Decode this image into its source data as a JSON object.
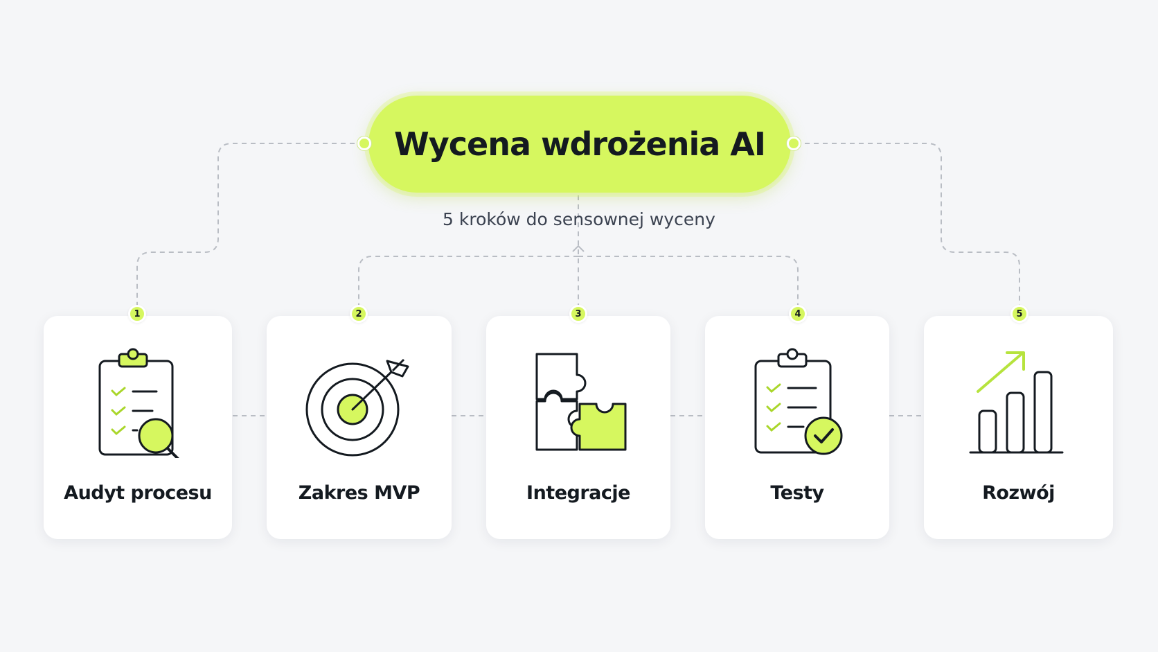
{
  "diagram": {
    "title": "Wycena wdrożenia AI",
    "subtitle": "5 kroków do sensownej wyceny",
    "colors": {
      "accent": "#d6f75f",
      "ink": "#141a20",
      "background": "#f5f6f8",
      "line": "#b9bdc4"
    },
    "steps": [
      {
        "number": "1",
        "label": "Audyt procesu",
        "icon": "clipboard-magnifier-icon"
      },
      {
        "number": "2",
        "label": "Zakres MVP",
        "icon": "target-arrow-icon"
      },
      {
        "number": "3",
        "label": "Integracje",
        "icon": "puzzle-icon"
      },
      {
        "number": "4",
        "label": "Testy",
        "icon": "clipboard-check-icon"
      },
      {
        "number": "5",
        "label": "Rozwój",
        "icon": "growth-chart-icon"
      }
    ]
  }
}
